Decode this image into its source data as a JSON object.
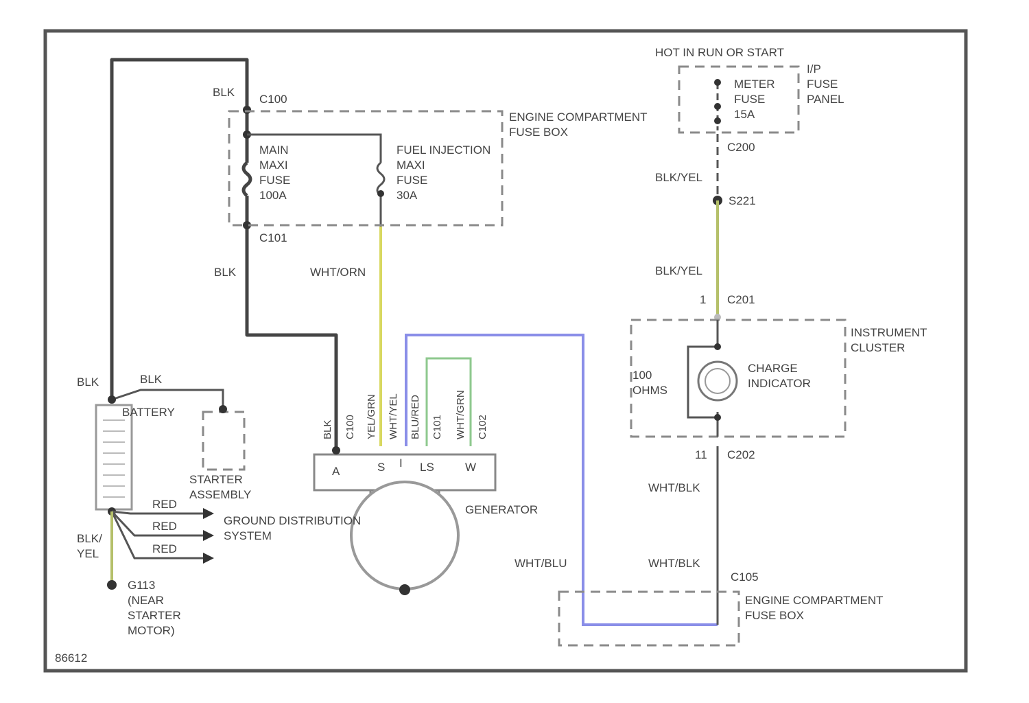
{
  "labels": {
    "hot_in_run": "HOT IN RUN OR START",
    "ip_fuse_panel": "I/P\nFUSE\nPANEL",
    "meter_fuse": "METER\nFUSE\n15A",
    "c200": "C200",
    "blk_yel_1": "BLK/YEL",
    "s221": "S221",
    "blk_yel_2": "BLK/YEL",
    "c2": "1",
    "c201": "C201",
    "instrument_cluster": "INSTRUMENT\nCLUSTER",
    "res_ohms": "100\nOHMS",
    "charge_indicator": "CHARGE\nINDICATOR",
    "c202_pin": "11",
    "c202": "C202",
    "wht_blk_1": "WHT/BLK",
    "wht_blk_2": "WHT/BLK",
    "c105": "C105",
    "ecfb_bottom": "ENGINE COMPARTMENT\nFUSE BOX",
    "wht_blu": "WHT/BLU",
    "blk_top": "BLK",
    "c100": "C100",
    "ecfb_top": "ENGINE COMPARTMENT\nFUSE BOX",
    "main_fuse": "MAIN\nMAXI\nFUSE\n100A",
    "fi_fuse": "FUEL INJECTION\nMAXI\nFUSE\n30A",
    "c101": "C101",
    "blk_mid": "BLK",
    "wht_orn": "WHT/ORN",
    "blk_batt1": "BLK",
    "blk_batt2": "BLK",
    "battery": "BATTERY",
    "starter": "STARTER\nASSEMBLY",
    "red1": "RED",
    "red2": "RED",
    "red3": "RED",
    "ground_dist": "GROUND DISTRIBUTION\nSYSTEM",
    "blk_yel_batt": "BLK/\nYEL",
    "g113": "G113\n(NEAR\nSTARTER\nMOTOR)",
    "generator": "GENERATOR",
    "term_a": "A",
    "term_s": "S",
    "term_i": "I",
    "term_ls": "LS",
    "term_w": "W",
    "pin_blk": "BLK",
    "pin_c100": "C100",
    "pin_yel_grn": "YEL/GRN",
    "pin_wht_yel": "WHT/YEL",
    "pin_blu_red": "BLU/RED",
    "pin_c101": "C101",
    "pin_wht_grn": "WHT/GRN",
    "pin_c102": "C102",
    "fig_id": "86612"
  },
  "colors": {
    "wire_dark": "#444444",
    "wire_yellow": "#d8d860",
    "wire_blue": "#8a8ee8",
    "wire_green": "#8ec88e",
    "wire_yel_grn": "#b5c06a",
    "dashed_box": "#8a8a8a"
  },
  "icons": [
    "fuse-icon",
    "battery-icon",
    "generator-icon",
    "indicator-lamp-icon",
    "ground-arrow-icon"
  ]
}
